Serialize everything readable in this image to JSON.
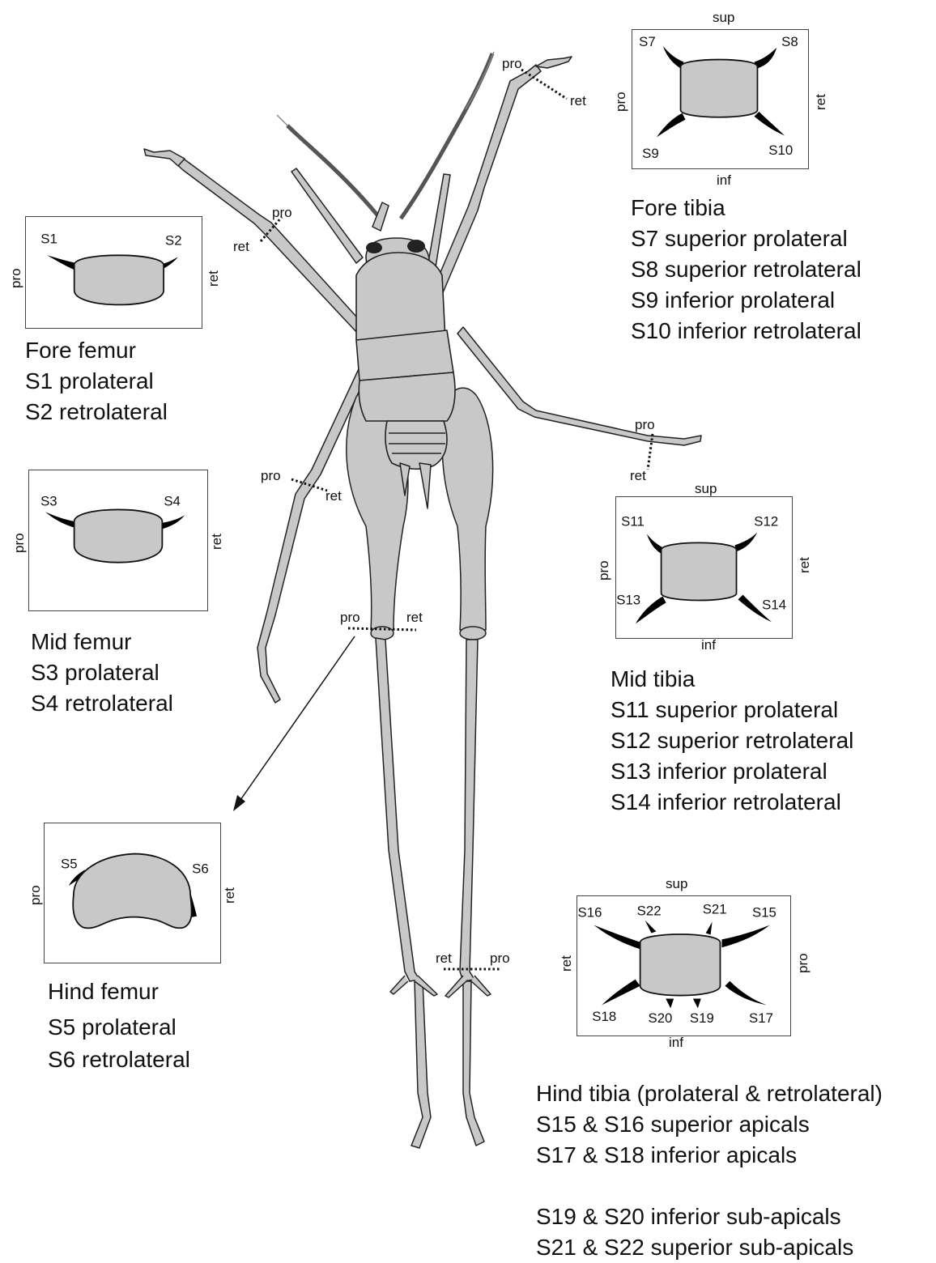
{
  "panels": {
    "fore_femur": {
      "s_left": "S1",
      "s_right": "S2",
      "left": "pro",
      "right": "ret"
    },
    "mid_femur": {
      "s_left": "S3",
      "s_right": "S4",
      "left": "pro",
      "right": "ret"
    },
    "hind_femur": {
      "s_left": "S5",
      "s_right": "S6",
      "left": "pro",
      "right": "ret"
    },
    "fore_tibia": {
      "top": "sup",
      "bottom": "inf",
      "left": "pro",
      "right": "ret",
      "s_tl": "S7",
      "s_tr": "S8",
      "s_bl": "S9",
      "s_br": "S10"
    },
    "mid_tibia": {
      "top": "sup",
      "bottom": "inf",
      "left": "pro",
      "right": "ret",
      "s_tl": "S11",
      "s_tr": "S12",
      "s_bl": "S13",
      "s_br": "S14"
    },
    "hind_tibia": {
      "top": "sup",
      "bottom": "inf",
      "left": "ret",
      "right": "pro",
      "s16": "S16",
      "s22": "S22",
      "s21": "S21",
      "s15": "S15",
      "s18": "S18",
      "s20": "S20",
      "s19": "S19",
      "s17": "S17"
    }
  },
  "leg_labels": {
    "fore_left": {
      "pro": "pro",
      "ret": "ret"
    },
    "fore_right": {
      "pro": "pro",
      "ret": "ret"
    },
    "mid_left": {
      "pro": "pro",
      "ret": "ret"
    },
    "mid_right": {
      "pro": "pro",
      "ret": "ret"
    },
    "hind_femur": {
      "pro": "pro",
      "ret": "ret"
    },
    "hind_tibia": {
      "ret": "ret",
      "pro": "pro"
    }
  },
  "captions": {
    "fore_femur": [
      "Fore femur",
      "S1 prolateral",
      "S2 retrolateral"
    ],
    "mid_femur": [
      "Mid femur",
      "S3 prolateral",
      "S4 retrolateral"
    ],
    "hind_femur": [
      "Hind femur",
      "S5 prolateral",
      "S6 retrolateral"
    ],
    "fore_tibia": [
      "Fore tibia",
      "S7 superior prolateral",
      "S8 superior retrolateral",
      "S9 inferior prolateral",
      "S10 inferior retrolateral"
    ],
    "mid_tibia": [
      "Mid tibia",
      "S11 superior prolateral",
      "S12 superior retrolateral",
      "S13 inferior prolateral",
      "S14 inferior retrolateral"
    ],
    "hind_tibia": [
      "Hind tibia (prolateral & retrolateral)",
      "S15 & S16 superior apicals",
      "S17 & S18 inferior apicals",
      "",
      "S19 & S20 inferior sub-apicals",
      "S21 & S22 superior sub-apicals"
    ]
  },
  "colors": {
    "cuticle": "#c8c8c8",
    "spur": "#000000",
    "outline": "#222222"
  }
}
